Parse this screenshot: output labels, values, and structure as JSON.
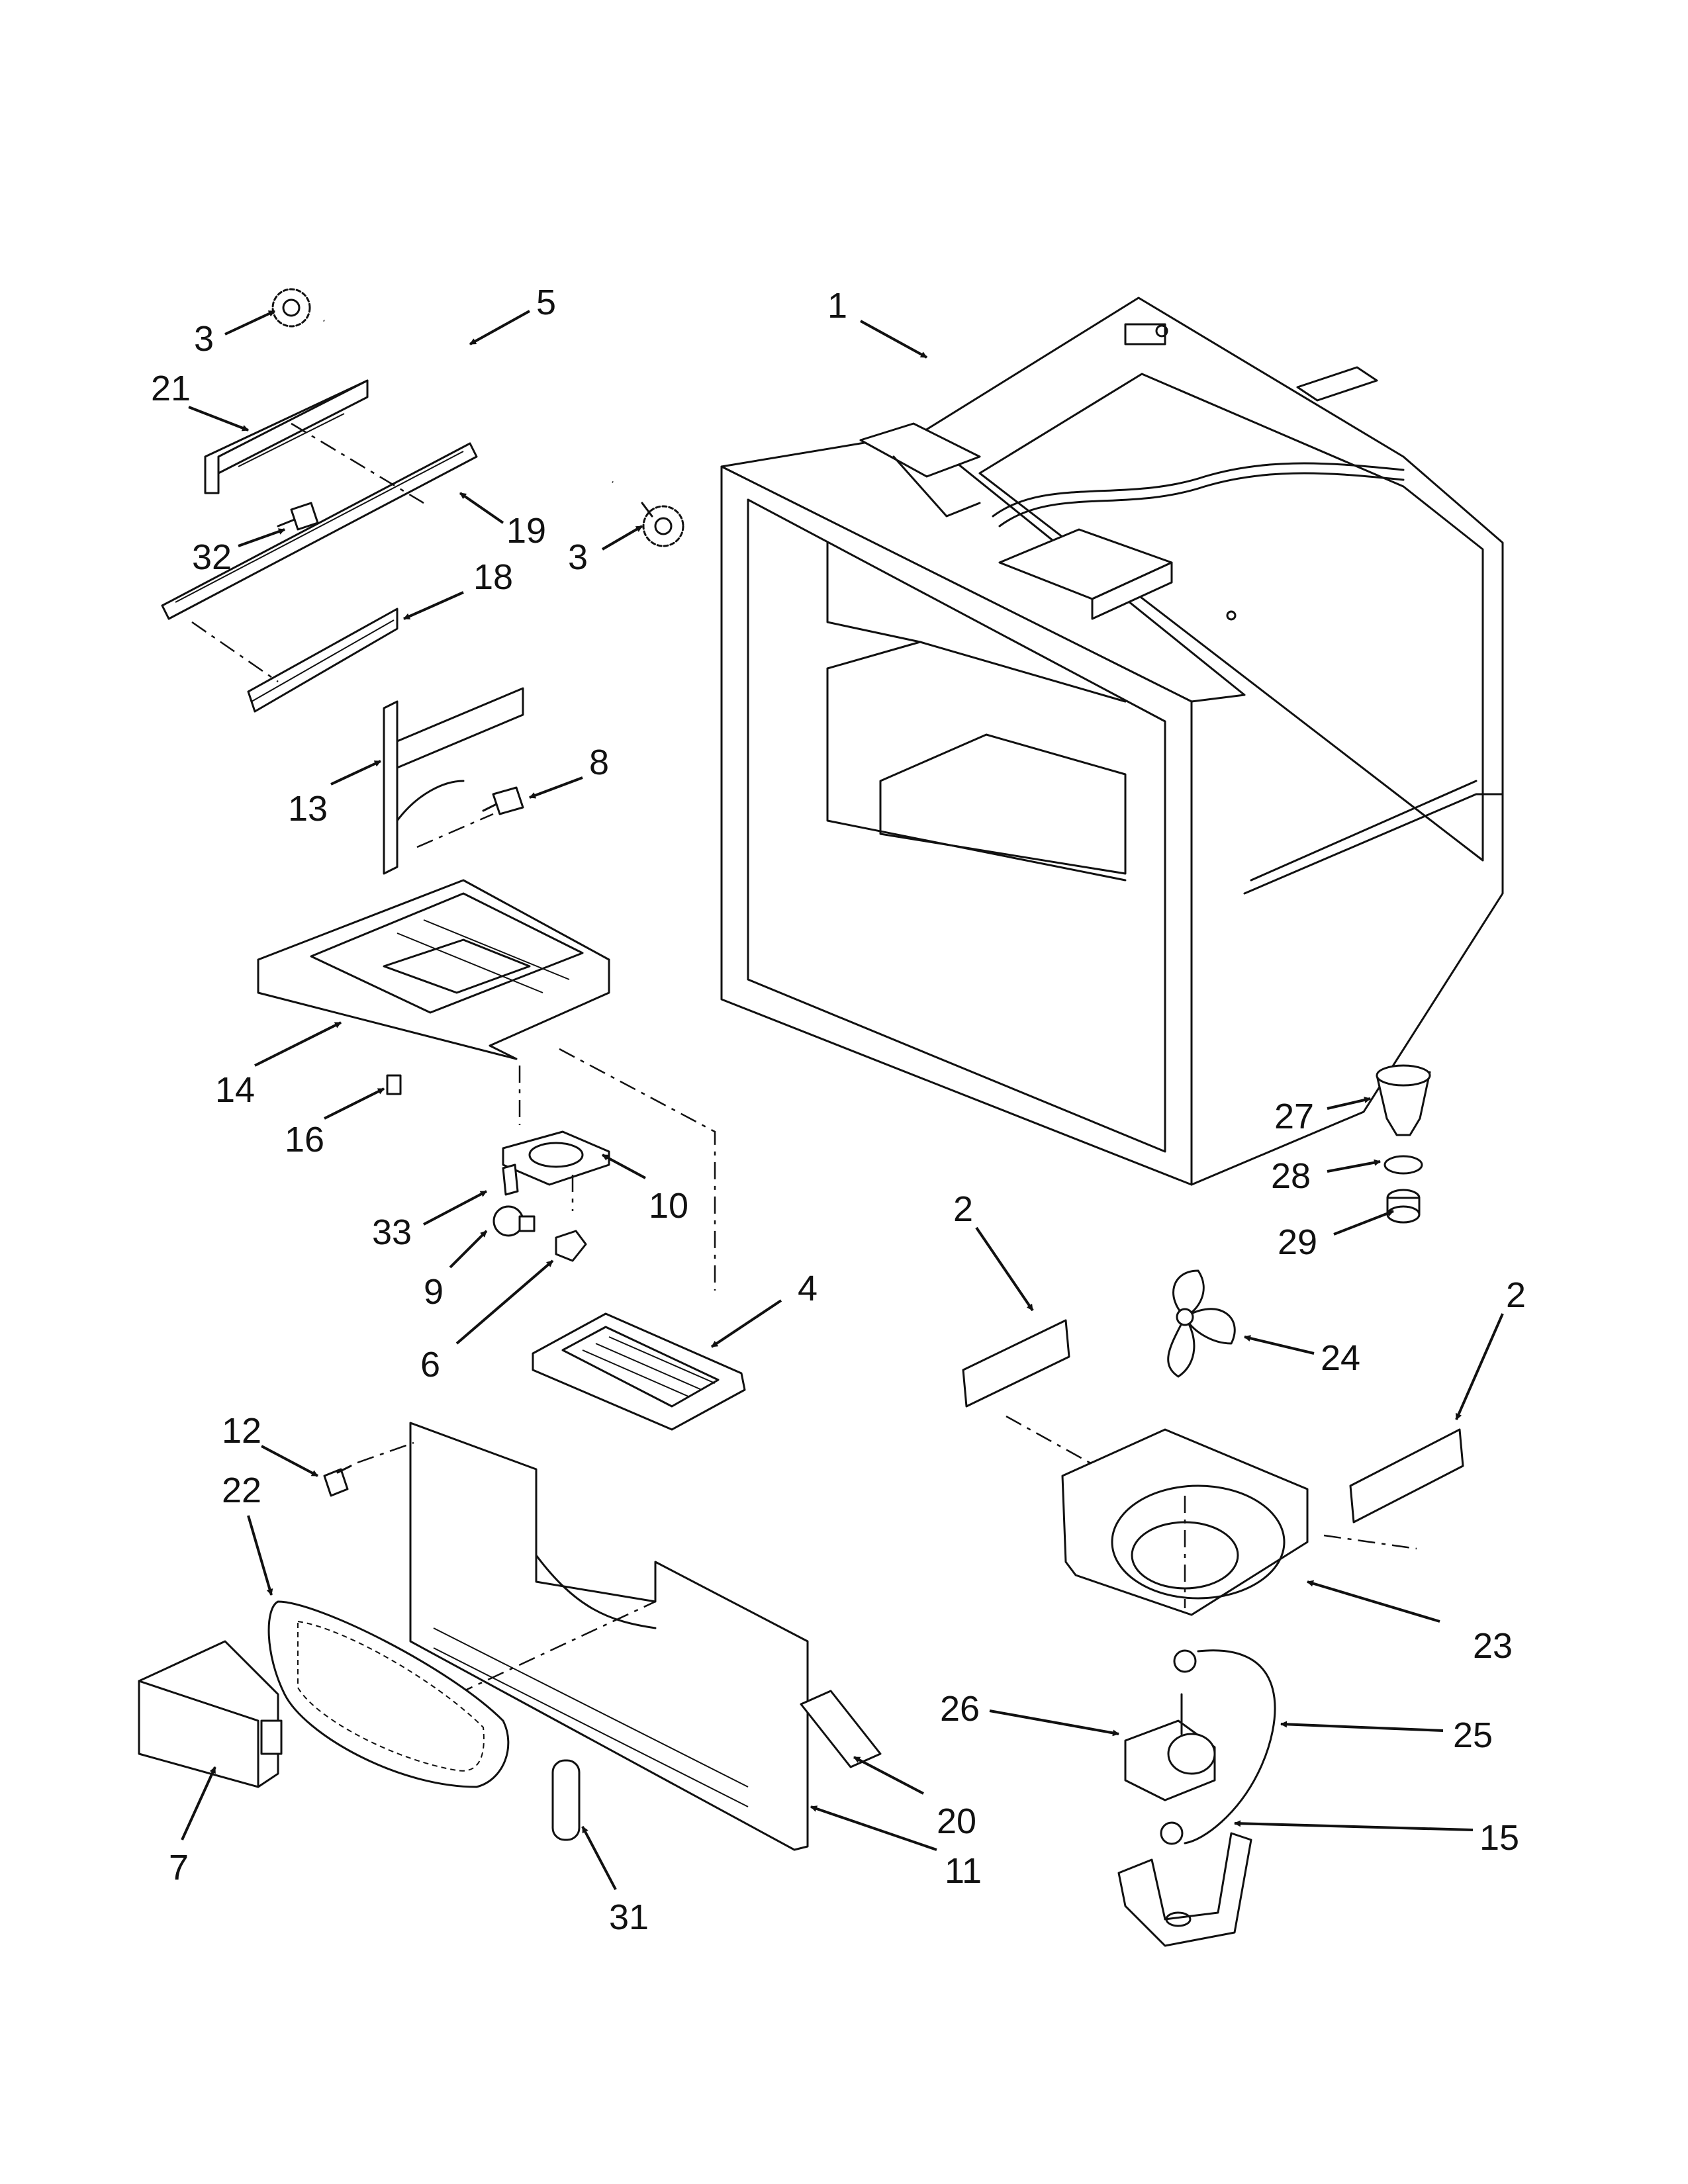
{
  "callouts": [
    {
      "id": "c1",
      "label": "1"
    },
    {
      "id": "c2a",
      "label": "2"
    },
    {
      "id": "c2b",
      "label": "2"
    },
    {
      "id": "c3a",
      "label": "3"
    },
    {
      "id": "c3b",
      "label": "3"
    },
    {
      "id": "c4",
      "label": "4"
    },
    {
      "id": "c5",
      "label": "5"
    },
    {
      "id": "c6",
      "label": "6"
    },
    {
      "id": "c7",
      "label": "7"
    },
    {
      "id": "c8",
      "label": "8"
    },
    {
      "id": "c9",
      "label": "9"
    },
    {
      "id": "c10",
      "label": "10"
    },
    {
      "id": "c11",
      "label": "11"
    },
    {
      "id": "c12",
      "label": "12"
    },
    {
      "id": "c13",
      "label": "13"
    },
    {
      "id": "c14",
      "label": "14"
    },
    {
      "id": "c15",
      "label": "15"
    },
    {
      "id": "c16",
      "label": "16"
    },
    {
      "id": "c18",
      "label": "18"
    },
    {
      "id": "c19",
      "label": "19"
    },
    {
      "id": "c20",
      "label": "20"
    },
    {
      "id": "c21",
      "label": "21"
    },
    {
      "id": "c22",
      "label": "22"
    },
    {
      "id": "c23",
      "label": "23"
    },
    {
      "id": "c24",
      "label": "24"
    },
    {
      "id": "c25",
      "label": "25"
    },
    {
      "id": "c26",
      "label": "26"
    },
    {
      "id": "c27",
      "label": "27"
    },
    {
      "id": "c28",
      "label": "28"
    },
    {
      "id": "c29",
      "label": "29"
    },
    {
      "id": "c31",
      "label": "31"
    },
    {
      "id": "c32",
      "label": "32"
    },
    {
      "id": "c33",
      "label": "33"
    }
  ]
}
